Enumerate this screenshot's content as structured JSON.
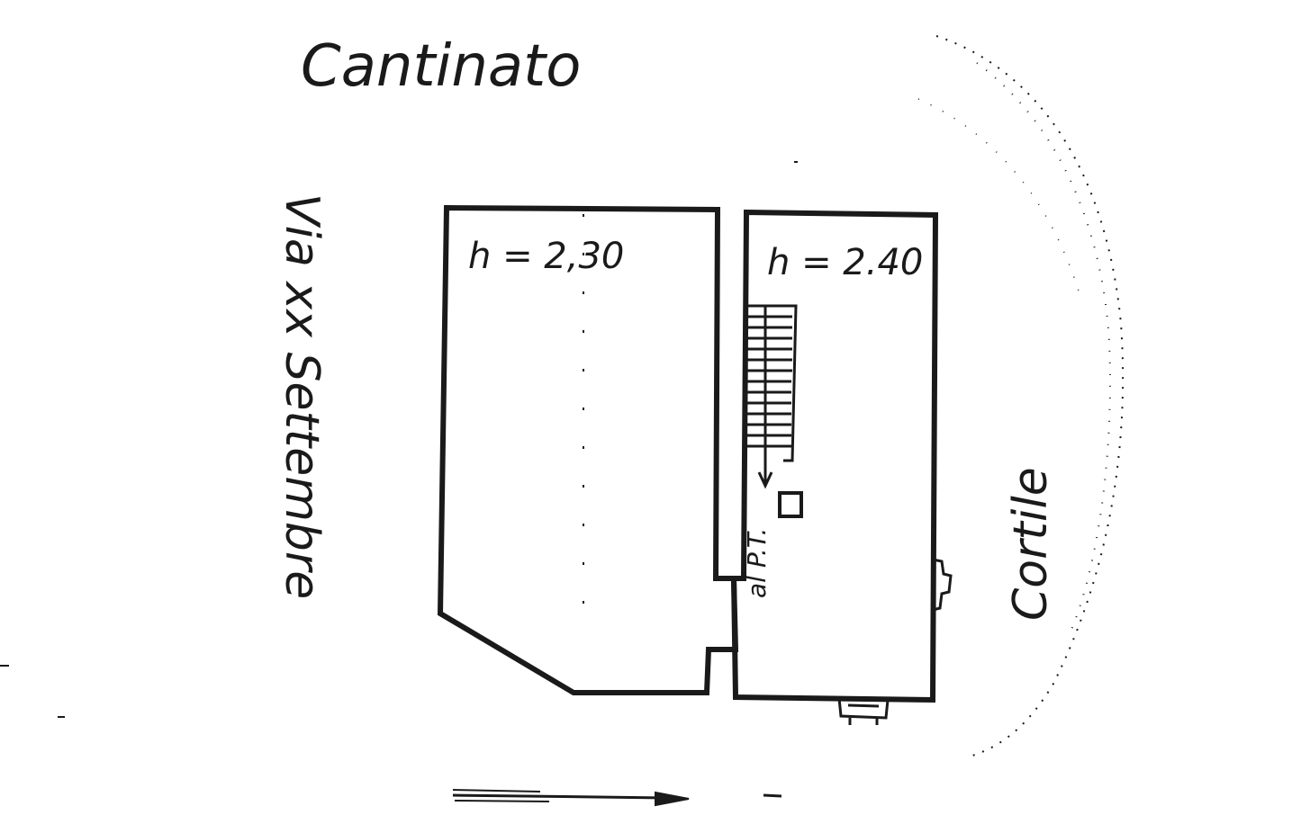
{
  "plan": {
    "title": "Cantinato",
    "street_label": "Via xx Settembre",
    "courtyard_label": "Cortile",
    "room_left_height": "h = 2,30",
    "room_right_height": "h = 2.40",
    "stair_label": "al P.T."
  },
  "colors": {
    "ink": "#1a1a1a",
    "paper": "#ffffff"
  }
}
